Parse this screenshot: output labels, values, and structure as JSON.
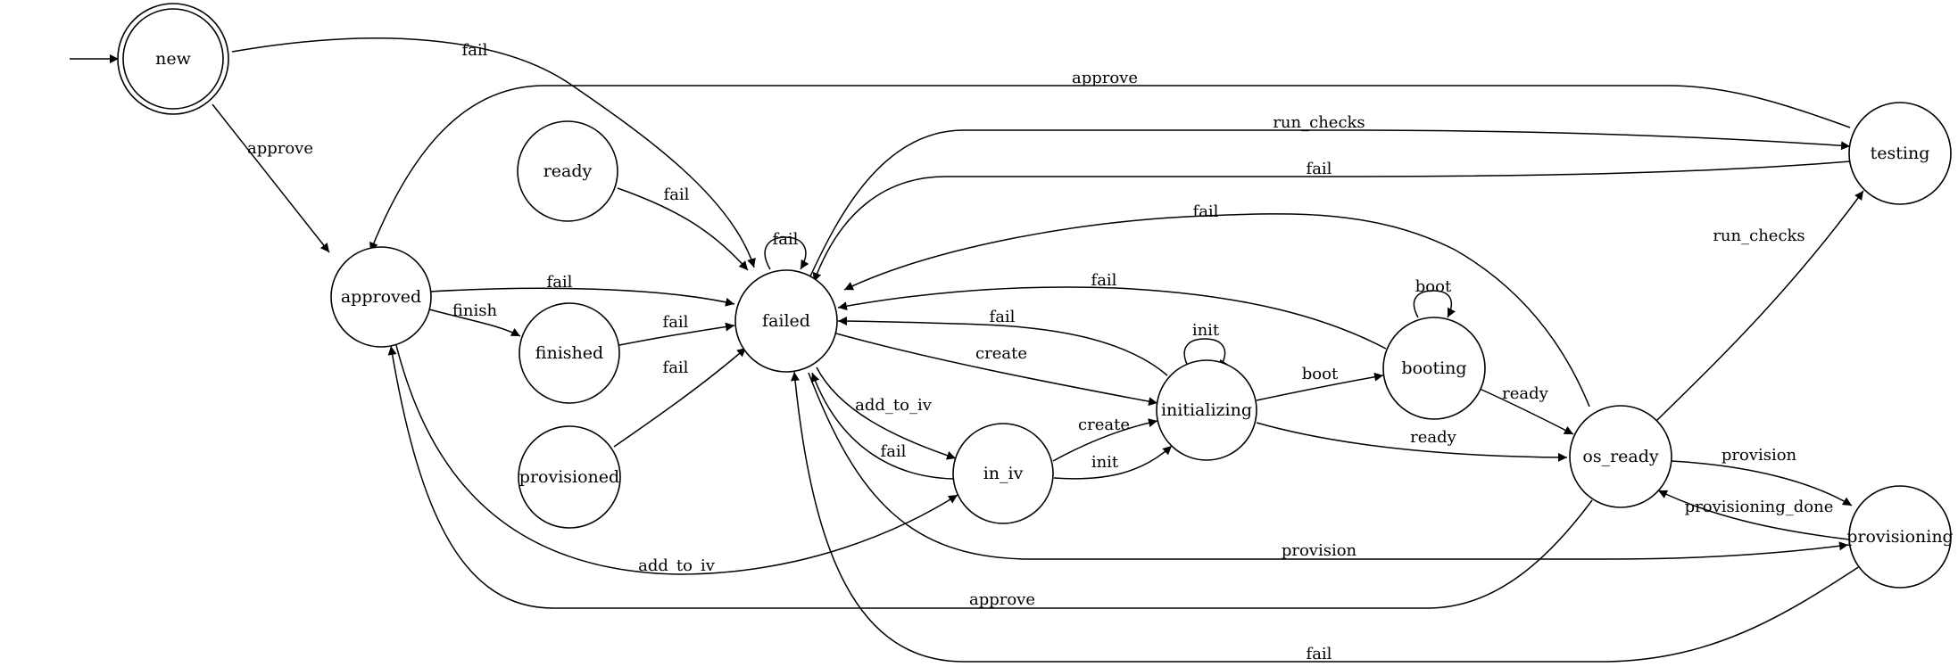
{
  "diagram": {
    "nodes": [
      {
        "id": "new",
        "label": "new",
        "accepting": true,
        "initial": true
      },
      {
        "id": "approved",
        "label": "approved"
      },
      {
        "id": "ready",
        "label": "ready"
      },
      {
        "id": "finished",
        "label": "finished"
      },
      {
        "id": "provisioned",
        "label": "provisioned"
      },
      {
        "id": "failed",
        "label": "failed"
      },
      {
        "id": "in_iv",
        "label": "in_iv"
      },
      {
        "id": "initializing",
        "label": "initializing"
      },
      {
        "id": "booting",
        "label": "booting"
      },
      {
        "id": "os_ready",
        "label": "os_ready"
      },
      {
        "id": "testing",
        "label": "testing"
      },
      {
        "id": "provisioning",
        "label": "provisioning"
      }
    ],
    "edges": [
      {
        "from": "new",
        "to": "failed",
        "label": "fail"
      },
      {
        "from": "new",
        "to": "approved",
        "label": "approve"
      },
      {
        "from": "testing",
        "to": "approved",
        "label": "approve"
      },
      {
        "from": "failed",
        "to": "testing",
        "label": "run_checks"
      },
      {
        "from": "testing",
        "to": "failed",
        "label": "fail"
      },
      {
        "from": "os_ready",
        "to": "failed",
        "label": "fail"
      },
      {
        "from": "ready",
        "to": "failed",
        "label": "fail"
      },
      {
        "from": "failed",
        "to": "failed",
        "label": "fail"
      },
      {
        "from": "approved",
        "to": "failed",
        "label": "fail"
      },
      {
        "from": "approved",
        "to": "finished",
        "label": "finish"
      },
      {
        "from": "finished",
        "to": "failed",
        "label": "fail"
      },
      {
        "from": "provisioned",
        "to": "failed",
        "label": "fail"
      },
      {
        "from": "booting",
        "to": "failed",
        "label": "fail"
      },
      {
        "from": "initializing",
        "to": "failed",
        "label": "fail"
      },
      {
        "from": "failed",
        "to": "initializing",
        "label": "create"
      },
      {
        "from": "failed",
        "to": "in_iv",
        "label": "add_to_iv"
      },
      {
        "from": "in_iv",
        "to": "failed",
        "label": "fail"
      },
      {
        "from": "in_iv",
        "to": "initializing",
        "label": "create"
      },
      {
        "from": "in_iv",
        "to": "initializing",
        "label": "init"
      },
      {
        "from": "initializing",
        "to": "initializing",
        "label": "init"
      },
      {
        "from": "initializing",
        "to": "booting",
        "label": "boot"
      },
      {
        "from": "booting",
        "to": "booting",
        "label": "boot"
      },
      {
        "from": "booting",
        "to": "os_ready",
        "label": "ready"
      },
      {
        "from": "initializing",
        "to": "os_ready",
        "label": "ready"
      },
      {
        "from": "os_ready",
        "to": "testing",
        "label": "run_checks"
      },
      {
        "from": "os_ready",
        "to": "provisioning",
        "label": "provision"
      },
      {
        "from": "provisioning",
        "to": "os_ready",
        "label": "provisioning_done"
      },
      {
        "from": "failed",
        "to": "provisioning",
        "label": "provision"
      },
      {
        "from": "approved",
        "to": "in_iv",
        "label": "add_to_iv"
      },
      {
        "from": "os_ready",
        "to": "approved",
        "label": "approve"
      },
      {
        "from": "provisioning",
        "to": "failed",
        "label": "fail"
      }
    ]
  }
}
